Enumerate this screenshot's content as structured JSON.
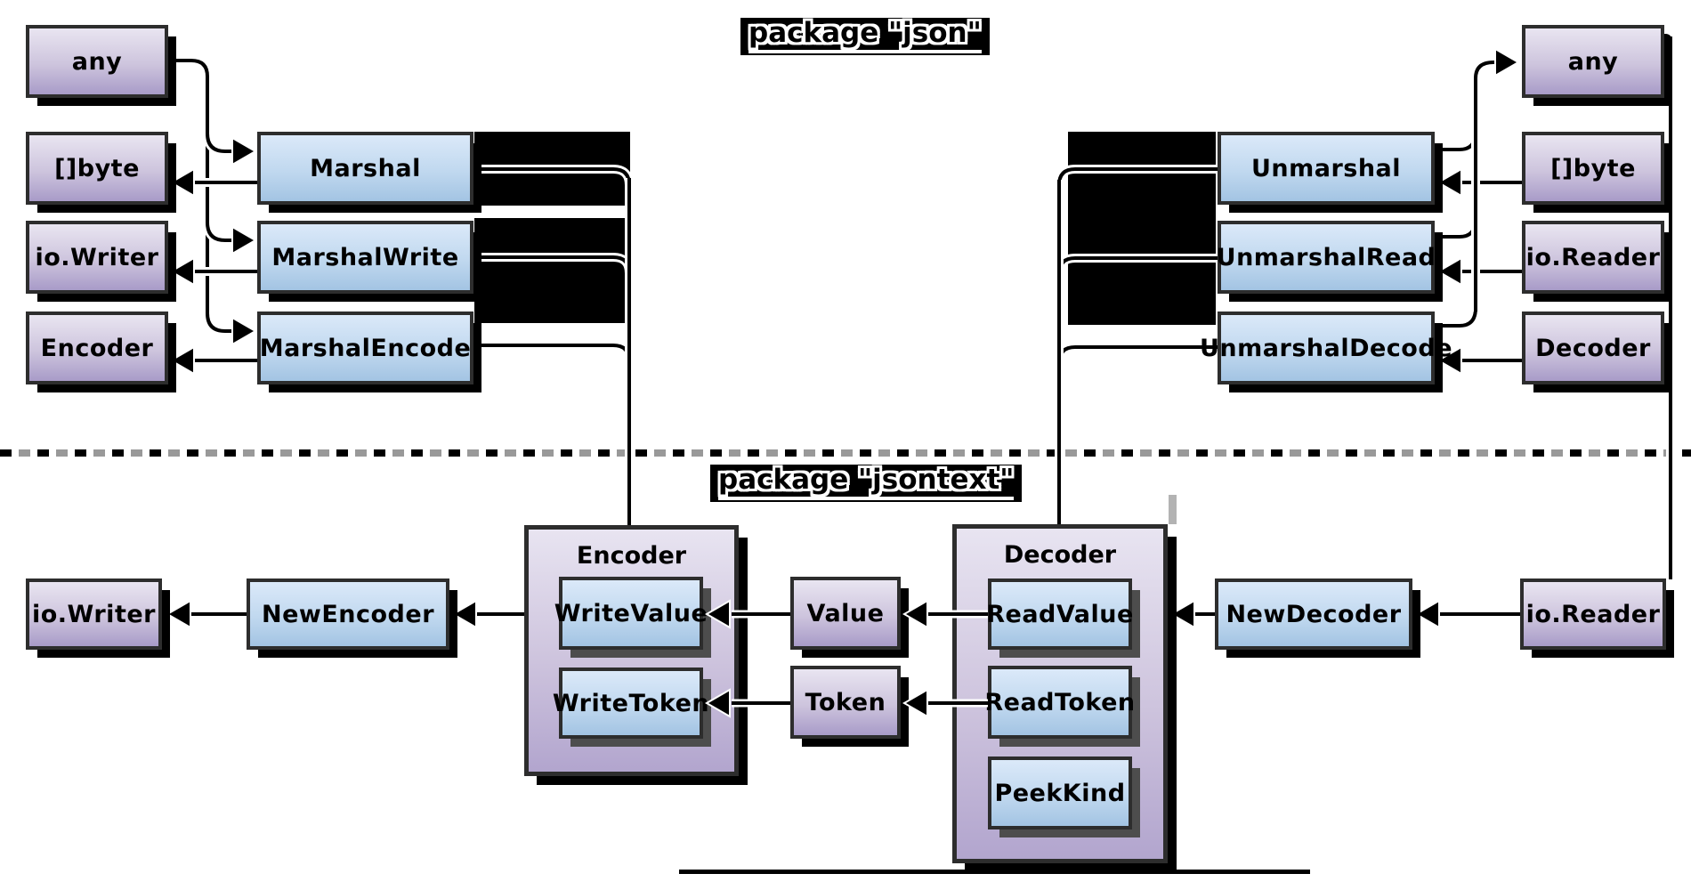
{
  "titles": {
    "json_package": "package \"json\"",
    "jsontext_package": "package \"jsontext\""
  },
  "json_pkg": {
    "marshal_types": [
      {
        "label": "any"
      },
      {
        "label": "[]byte"
      },
      {
        "label": "io.Writer"
      },
      {
        "label": "Encoder"
      }
    ],
    "marshal_functions": [
      {
        "label": "Marshal"
      },
      {
        "label": "MarshalWrite"
      },
      {
        "label": "MarshalEncode"
      }
    ],
    "unmarshal_functions": [
      {
        "label": "Unmarshal"
      },
      {
        "label": "UnmarshalRead"
      },
      {
        "label": "UnmarshalDecode"
      }
    ],
    "unmarshal_types": [
      {
        "label": "any"
      },
      {
        "label": "[]byte"
      },
      {
        "label": "io.Reader"
      },
      {
        "label": "Decoder"
      }
    ]
  },
  "jsontext_pkg": {
    "io_writer": "io.Writer",
    "new_encoder": "NewEncoder",
    "encoder": {
      "title": "Encoder",
      "methods": [
        "WriteValue",
        "WriteToken"
      ]
    },
    "value": "Value",
    "token": "Token",
    "decoder": {
      "title": "Decoder",
      "methods": [
        "ReadValue",
        "ReadToken",
        "PeekKind"
      ]
    },
    "new_decoder": "NewDecoder",
    "io_reader": "io.Reader"
  },
  "colors": {
    "node_purple_top": "#e9e5f1",
    "node_purple_bottom": "#a89bc8",
    "node_blue_top": "#dbe9f9",
    "node_blue_bottom": "#a3c4e3",
    "border": "#2d2d2d",
    "edge_black": "#000000",
    "edge_casing": "#ffffff",
    "divider_gray": "#999999",
    "label_block": "#000000"
  }
}
